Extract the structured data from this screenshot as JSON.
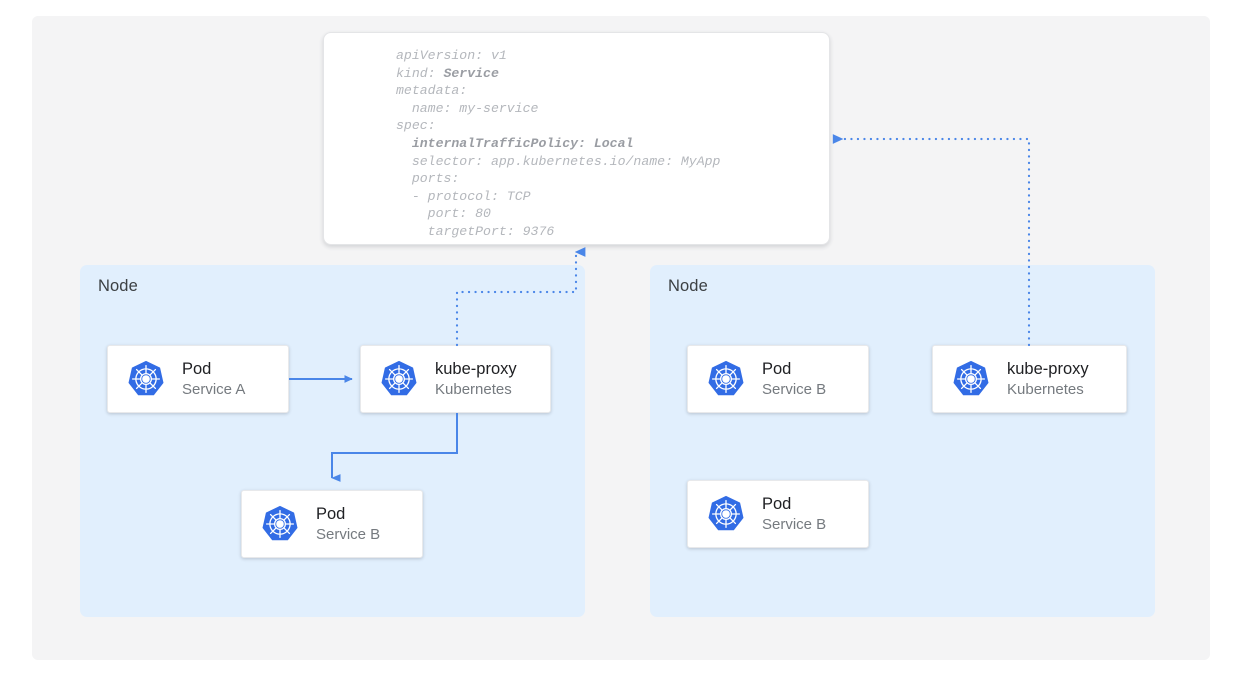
{
  "canvas": {
    "background_color": "#f4f4f5",
    "page_background": "#ffffff"
  },
  "colors": {
    "accent_blue": "#4285f4",
    "connector_blue": "#4a86e8",
    "node_fill": "#e1effd",
    "card_fill": "#ffffff",
    "title_text": "#202124",
    "subtitle_text": "#757a7f",
    "yaml_text": "#c3c5c9",
    "k8s_logo_blue": "#326ce5"
  },
  "yaml_card": {
    "name": "service-spec-yaml",
    "lines": [
      {
        "text": "apiVersion: v1",
        "bold": false
      },
      {
        "text": "kind: ",
        "bold_text": "Service"
      },
      {
        "text": "metadata:",
        "bold": false
      },
      {
        "text": "  name: my-service",
        "bold": false
      },
      {
        "text": "spec:",
        "bold": false
      },
      {
        "text": "",
        "bold_text": "  internalTrafficPolicy: Local"
      },
      {
        "text": "  selector: app.kubernetes.io/name: MyApp",
        "bold": false
      },
      {
        "text": "  ports:",
        "bold": false
      },
      {
        "text": "  - protocol: TCP",
        "bold": false
      },
      {
        "text": "    port: 80",
        "bold": false
      },
      {
        "text": "    targetPort: 9376",
        "bold": false
      }
    ],
    "plain_lines": [
      "apiVersion: v1",
      "kind: Service",
      "metadata:",
      "  name: my-service",
      "spec:",
      "  internalTrafficPolicy: Local",
      "  selector: app.kubernetes.io/name: MyApp",
      "  ports:",
      "  - protocol: TCP",
      "    port: 80",
      "    targetPort: 9376"
    ]
  },
  "nodes": [
    {
      "id": "node-left",
      "label": "Node",
      "entities": [
        {
          "id": "card-pod-a",
          "title": "Pod",
          "subtitle": "Service A",
          "icon": "kubernetes-icon"
        },
        {
          "id": "card-kube-proxy-l",
          "title": "kube-proxy",
          "subtitle": "Kubernetes",
          "icon": "kubernetes-icon"
        },
        {
          "id": "card-pod-b-left",
          "title": "Pod",
          "subtitle": "Service B",
          "icon": "kubernetes-icon"
        }
      ]
    },
    {
      "id": "node-right",
      "label": "Node",
      "entities": [
        {
          "id": "card-pod-b-r1",
          "title": "Pod",
          "subtitle": "Service B",
          "icon": "kubernetes-icon"
        },
        {
          "id": "card-kube-proxy-r",
          "title": "kube-proxy",
          "subtitle": "Kubernetes",
          "icon": "kubernetes-icon"
        },
        {
          "id": "card-pod-b-r2",
          "title": "Pod",
          "subtitle": "Service B",
          "icon": "kubernetes-icon"
        }
      ]
    }
  ],
  "connectors": [
    {
      "name": "pod-a-to-kube-proxy-arrow",
      "style": "solid",
      "from": "card-pod-a",
      "to": "card-kube-proxy-l"
    },
    {
      "name": "kube-proxy-to-pod-b-arrow",
      "style": "solid",
      "from": "card-kube-proxy-l",
      "to": "card-pod-b-left"
    },
    {
      "name": "kube-proxy-left-to-spec-dotted",
      "style": "dotted",
      "from": "card-kube-proxy-l",
      "to": "service-spec-yaml"
    },
    {
      "name": "kube-proxy-right-to-spec-dotted",
      "style": "dotted",
      "from": "card-kube-proxy-r",
      "to": "service-spec-yaml"
    }
  ]
}
